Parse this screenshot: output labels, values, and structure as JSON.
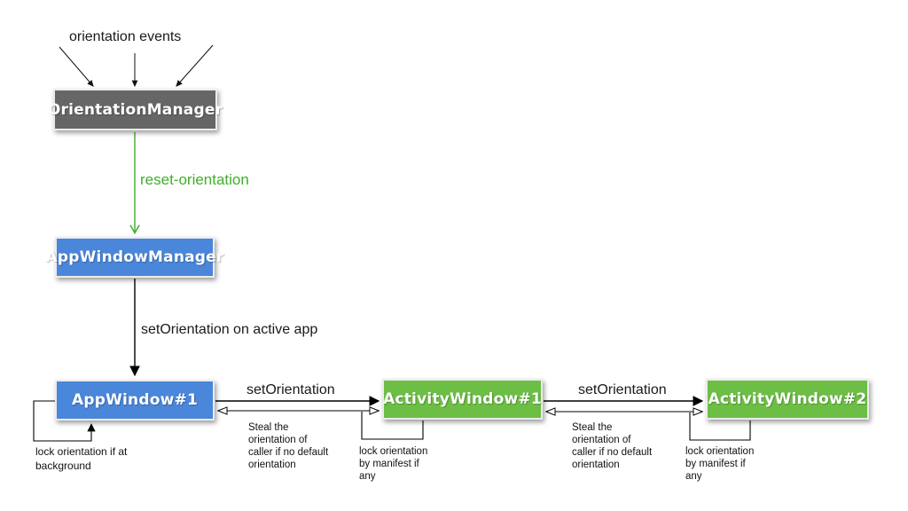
{
  "diagram": {
    "top_label": "orientation events",
    "nodes": {
      "orientation_manager": {
        "label": "OrientationManager",
        "color": "#666666"
      },
      "app_window_manager": {
        "label": "AppWindowManager",
        "color": "#4a86d9"
      },
      "app_window_1": {
        "label": "AppWindow#1",
        "color": "#4a86d9"
      },
      "activity_window_1": {
        "label": "ActivityWindow#1",
        "color": "#6cbe45"
      },
      "activity_window_2": {
        "label": "ActivityWindow#2",
        "color": "#6cbe45"
      }
    },
    "edges": {
      "reset_orientation": {
        "label": "reset-orientation",
        "color": "#3fae2c"
      },
      "set_orientation_active": {
        "label": "setOrientation on active app"
      },
      "set_orientation_1": {
        "label": "setOrientation"
      },
      "set_orientation_2": {
        "label": "setOrientation"
      },
      "lock_background": {
        "label": "lock orientation if at\nbackground"
      },
      "steal_orientation_1": {
        "label": "Steal the\norientation of\ncaller if no default\norientation"
      },
      "steal_orientation_2": {
        "label": "Steal the\norientation of\ncaller if no default\norientation"
      },
      "lock_manifest_1": {
        "label": "lock orientation\nby manifest if\nany"
      },
      "lock_manifest_2": {
        "label": "lock orientation\nby manifest if\nany"
      }
    },
    "colors": {
      "arrow_black": "#000000",
      "arrow_green": "#3fae2c",
      "node_gray": "#666666",
      "node_blue": "#4a86d9",
      "node_green": "#6cbe45"
    }
  }
}
